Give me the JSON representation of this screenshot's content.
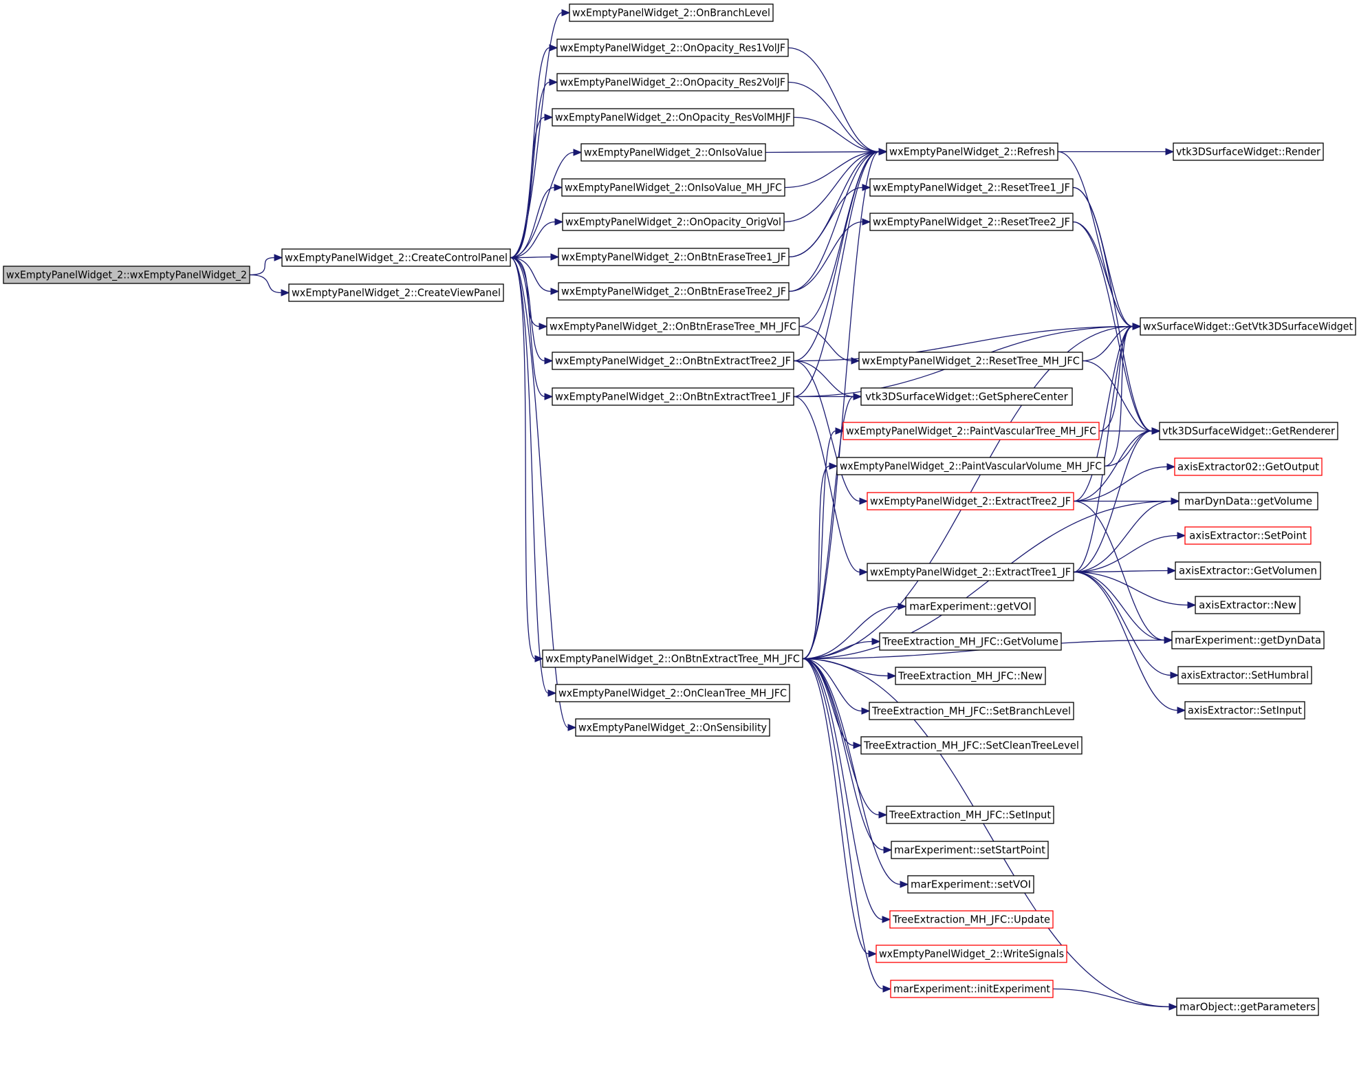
{
  "colors": {
    "edge": "#191970",
    "node_border": "#000000",
    "truncated_border": "#ff0000",
    "root_fill": "#bfbfbf",
    "node_fill": "#ffffff"
  },
  "nodes": {
    "root": {
      "label": "wxEmptyPanelWidget_2::wxEmptyPanelWidget_2",
      "style": "root"
    },
    "createControlPanel": {
      "label": "wxEmptyPanelWidget_2::CreateControlPanel",
      "style": "normal"
    },
    "createViewPanel": {
      "label": "wxEmptyPanelWidget_2::CreateViewPanel",
      "style": "normal"
    },
    "onBranchLevel": {
      "label": "wxEmptyPanelWidget_2::OnBranchLevel",
      "style": "normal"
    },
    "onOpacityRes1": {
      "label": "wxEmptyPanelWidget_2::OnOpacity_Res1VolJF",
      "style": "normal"
    },
    "onOpacityRes2": {
      "label": "wxEmptyPanelWidget_2::OnOpacity_Res2VolJF",
      "style": "normal"
    },
    "onOpacityResMH": {
      "label": "wxEmptyPanelWidget_2::OnOpacity_ResVolMHJF",
      "style": "normal"
    },
    "onIsoValue": {
      "label": "wxEmptyPanelWidget_2::OnIsoValue",
      "style": "normal"
    },
    "onIsoValueMH": {
      "label": "wxEmptyPanelWidget_2::OnIsoValue_MH_JFC",
      "style": "normal"
    },
    "onOpacityOrig": {
      "label": "wxEmptyPanelWidget_2::OnOpacity_OrigVol",
      "style": "normal"
    },
    "onBtnErase1": {
      "label": "wxEmptyPanelWidget_2::OnBtnEraseTree1_JF",
      "style": "normal"
    },
    "onBtnErase2": {
      "label": "wxEmptyPanelWidget_2::OnBtnEraseTree2_JF",
      "style": "normal"
    },
    "onBtnEraseMH": {
      "label": "wxEmptyPanelWidget_2::OnBtnEraseTree_MH_JFC",
      "style": "normal"
    },
    "onBtnExtract2": {
      "label": "wxEmptyPanelWidget_2::OnBtnExtractTree2_JF",
      "style": "normal"
    },
    "onBtnExtract1": {
      "label": "wxEmptyPanelWidget_2::OnBtnExtractTree1_JF",
      "style": "normal"
    },
    "onBtnExtractMH": {
      "label": "wxEmptyPanelWidget_2::OnBtnExtractTree_MH_JFC",
      "style": "normal"
    },
    "onCleanTree": {
      "label": "wxEmptyPanelWidget_2::OnCleanTree_MH_JFC",
      "style": "normal"
    },
    "onSensibility": {
      "label": "wxEmptyPanelWidget_2::OnSensibility",
      "style": "normal"
    },
    "refresh": {
      "label": "wxEmptyPanelWidget_2::Refresh",
      "style": "normal"
    },
    "resetTree1": {
      "label": "wxEmptyPanelWidget_2::ResetTree1_JF",
      "style": "normal"
    },
    "resetTree2": {
      "label": "wxEmptyPanelWidget_2::ResetTree2_JF",
      "style": "normal"
    },
    "resetTreeMH": {
      "label": "wxEmptyPanelWidget_2::ResetTree_MH_JFC",
      "style": "normal"
    },
    "getSphereCenter": {
      "label": "vtk3DSurfaceWidget::GetSphereCenter",
      "style": "normal"
    },
    "paintVascTree": {
      "label": "wxEmptyPanelWidget_2::PaintVascularTree_MH_JFC",
      "style": "truncated"
    },
    "paintVascVol": {
      "label": "wxEmptyPanelWidget_2::PaintVascularVolume_MH_JFC",
      "style": "normal"
    },
    "extractTree2": {
      "label": "wxEmptyPanelWidget_2::ExtractTree2_JF",
      "style": "truncated"
    },
    "extractTree1": {
      "label": "wxEmptyPanelWidget_2::ExtractTree1_JF",
      "style": "normal"
    },
    "mexpGetVOI": {
      "label": "marExperiment::getVOI",
      "style": "normal"
    },
    "teGetVolume": {
      "label": "TreeExtraction_MH_JFC::GetVolume",
      "style": "normal"
    },
    "teNew": {
      "label": "TreeExtraction_MH_JFC::New",
      "style": "normal"
    },
    "teSetBranchLevel": {
      "label": "TreeExtraction_MH_JFC::SetBranchLevel",
      "style": "normal"
    },
    "teSetCleanTreeLevel": {
      "label": "TreeExtraction_MH_JFC::SetCleanTreeLevel",
      "style": "normal"
    },
    "teSetInput": {
      "label": "TreeExtraction_MH_JFC::SetInput",
      "style": "normal"
    },
    "mexpSetStartPoint": {
      "label": "marExperiment::setStartPoint",
      "style": "normal"
    },
    "mexpSetVOI": {
      "label": "marExperiment::setVOI",
      "style": "normal"
    },
    "teUpdate": {
      "label": "TreeExtraction_MH_JFC::Update",
      "style": "truncated"
    },
    "writeSignals": {
      "label": "wxEmptyPanelWidget_2::WriteSignals",
      "style": "truncated"
    },
    "mexpInitExperiment": {
      "label": "marExperiment::initExperiment",
      "style": "truncated"
    },
    "vtkRender": {
      "label": "vtk3DSurfaceWidget::Render",
      "style": "normal"
    },
    "getVtk3DSurfaceWidget": {
      "label": "wxSurfaceWidget::GetVtk3DSurfaceWidget",
      "style": "normal"
    },
    "getRenderer": {
      "label": "vtk3DSurfaceWidget::GetRenderer",
      "style": "normal"
    },
    "axis02GetOutput": {
      "label": "axisExtractor02::GetOutput",
      "style": "truncated"
    },
    "getVolume": {
      "label": "marDynData::getVolume",
      "style": "normal"
    },
    "axisSetPoint": {
      "label": "axisExtractor::SetPoint",
      "style": "truncated"
    },
    "axisGetVolumen": {
      "label": "axisExtractor::GetVolumen",
      "style": "normal"
    },
    "axisNew": {
      "label": "axisExtractor::New",
      "style": "normal"
    },
    "getDynData": {
      "label": "marExperiment::getDynData",
      "style": "normal"
    },
    "axisSetHumbral": {
      "label": "axisExtractor::SetHumbral",
      "style": "normal"
    },
    "axisSetInput": {
      "label": "axisExtractor::SetInput",
      "style": "normal"
    },
    "getParameters": {
      "label": "marObject::getParameters",
      "style": "normal"
    }
  },
  "edges": [
    [
      "root",
      "createControlPanel"
    ],
    [
      "root",
      "createViewPanel"
    ],
    [
      "createControlPanel",
      "onBranchLevel"
    ],
    [
      "createControlPanel",
      "onOpacityRes1"
    ],
    [
      "createControlPanel",
      "onOpacityRes2"
    ],
    [
      "createControlPanel",
      "onOpacityResMH"
    ],
    [
      "createControlPanel",
      "onIsoValue"
    ],
    [
      "createControlPanel",
      "onIsoValueMH"
    ],
    [
      "createControlPanel",
      "onOpacityOrig"
    ],
    [
      "createControlPanel",
      "onBtnErase1"
    ],
    [
      "createControlPanel",
      "onBtnErase2"
    ],
    [
      "createControlPanel",
      "onBtnEraseMH"
    ],
    [
      "createControlPanel",
      "onBtnExtract2"
    ],
    [
      "createControlPanel",
      "onBtnExtract1"
    ],
    [
      "createControlPanel",
      "onBtnExtractMH"
    ],
    [
      "createControlPanel",
      "onCleanTree"
    ],
    [
      "createControlPanel",
      "onSensibility"
    ],
    [
      "onOpacityRes1",
      "refresh"
    ],
    [
      "onOpacityRes2",
      "refresh"
    ],
    [
      "onOpacityResMH",
      "refresh"
    ],
    [
      "onIsoValue",
      "refresh"
    ],
    [
      "onIsoValueMH",
      "refresh"
    ],
    [
      "onOpacityOrig",
      "refresh"
    ],
    [
      "onBtnErase1",
      "refresh"
    ],
    [
      "onBtnErase1",
      "resetTree1"
    ],
    [
      "onBtnErase2",
      "refresh"
    ],
    [
      "onBtnErase2",
      "resetTree2"
    ],
    [
      "onBtnEraseMH",
      "refresh"
    ],
    [
      "onBtnEraseMH",
      "resetTreeMH"
    ],
    [
      "onBtnExtract2",
      "refresh"
    ],
    [
      "onBtnExtract2",
      "getVtk3DSurfaceWidget"
    ],
    [
      "onBtnExtract2",
      "getSphereCenter"
    ],
    [
      "onBtnExtract2",
      "extractTree2"
    ],
    [
      "onBtnExtract1",
      "refresh"
    ],
    [
      "onBtnExtract1",
      "getVtk3DSurfaceWidget"
    ],
    [
      "onBtnExtract1",
      "getSphereCenter"
    ],
    [
      "onBtnExtract1",
      "extractTree1"
    ],
    [
      "onBtnExtractMH",
      "refresh"
    ],
    [
      "onBtnExtractMH",
      "getVtk3DSurfaceWidget"
    ],
    [
      "onBtnExtractMH",
      "getSphereCenter"
    ],
    [
      "onBtnExtractMH",
      "paintVascTree"
    ],
    [
      "onBtnExtractMH",
      "paintVascVol"
    ],
    [
      "onBtnExtractMH",
      "getVolume"
    ],
    [
      "onBtnExtractMH",
      "mexpGetVOI"
    ],
    [
      "onBtnExtractMH",
      "teGetVolume"
    ],
    [
      "onBtnExtractMH",
      "teNew"
    ],
    [
      "onBtnExtractMH",
      "teSetBranchLevel"
    ],
    [
      "onBtnExtractMH",
      "teSetCleanTreeLevel"
    ],
    [
      "onBtnExtractMH",
      "getDynData"
    ],
    [
      "onBtnExtractMH",
      "teSetInput"
    ],
    [
      "onBtnExtractMH",
      "mexpSetStartPoint"
    ],
    [
      "onBtnExtractMH",
      "mexpSetVOI"
    ],
    [
      "onBtnExtractMH",
      "teUpdate"
    ],
    [
      "onBtnExtractMH",
      "writeSignals"
    ],
    [
      "onBtnExtractMH",
      "mexpInitExperiment"
    ],
    [
      "onBtnExtractMH",
      "getParameters"
    ],
    [
      "refresh",
      "vtkRender"
    ],
    [
      "refresh",
      "getVtk3DSurfaceWidget"
    ],
    [
      "resetTree1",
      "getVtk3DSurfaceWidget"
    ],
    [
      "resetTree1",
      "getRenderer"
    ],
    [
      "resetTree2",
      "getVtk3DSurfaceWidget"
    ],
    [
      "resetTree2",
      "getRenderer"
    ],
    [
      "resetTreeMH",
      "getVtk3DSurfaceWidget"
    ],
    [
      "resetTreeMH",
      "getRenderer"
    ],
    [
      "paintVascTree",
      "getVtk3DSurfaceWidget"
    ],
    [
      "paintVascTree",
      "getRenderer"
    ],
    [
      "paintVascVol",
      "getVtk3DSurfaceWidget"
    ],
    [
      "paintVascVol",
      "getRenderer"
    ],
    [
      "extractTree2",
      "getVtk3DSurfaceWidget"
    ],
    [
      "extractTree2",
      "getRenderer"
    ],
    [
      "extractTree2",
      "axis02GetOutput"
    ],
    [
      "extractTree2",
      "getVolume"
    ],
    [
      "extractTree2",
      "getDynData"
    ],
    [
      "extractTree1",
      "getVtk3DSurfaceWidget"
    ],
    [
      "extractTree1",
      "getRenderer"
    ],
    [
      "extractTree1",
      "getVolume"
    ],
    [
      "extractTree1",
      "axisSetPoint"
    ],
    [
      "extractTree1",
      "axisGetVolumen"
    ],
    [
      "extractTree1",
      "axisNew"
    ],
    [
      "extractTree1",
      "getDynData"
    ],
    [
      "extractTree1",
      "axisSetHumbral"
    ],
    [
      "extractTree1",
      "axisSetInput"
    ],
    [
      "mexpInitExperiment",
      "getParameters"
    ]
  ]
}
